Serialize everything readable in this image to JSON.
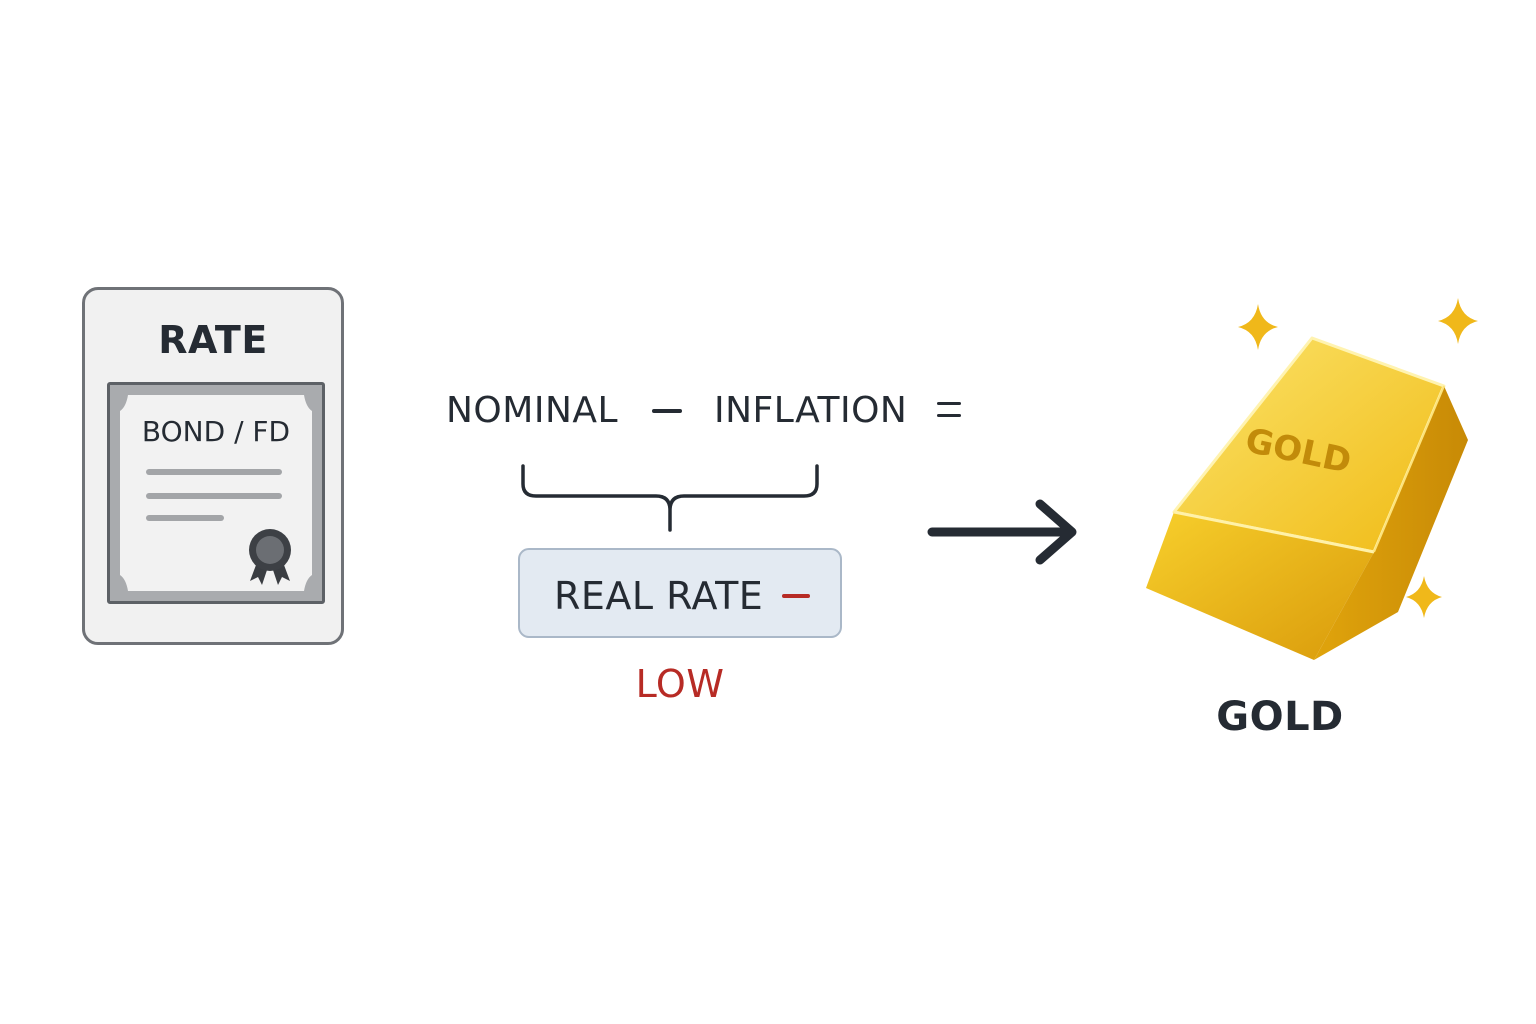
{
  "bond_card": {
    "title": "RATE",
    "certificate_label": "BOND / FD",
    "seal_icon": "award-seal-icon"
  },
  "equation": {
    "term1": "NOMINAL",
    "term2": "INFLATION"
  },
  "result": {
    "label": "REAL RATE",
    "level": "LOW"
  },
  "gold": {
    "bar_text": "GOLD",
    "label": "GOLD",
    "icon": "gold-bar-icon"
  },
  "colors": {
    "text": "#252b33",
    "negative": "#b72b25",
    "box_fill": "#e3eaf2",
    "box_border": "#aab8c8",
    "gold": "#f2bd17",
    "sparkle": "#f0b81a"
  }
}
